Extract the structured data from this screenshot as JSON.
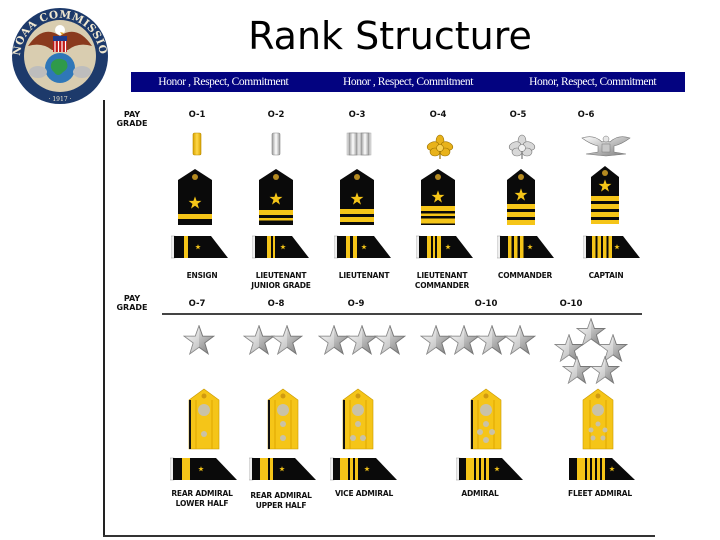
{
  "title": "Rank Structure",
  "seal": {
    "text_top": "NOAA COMMISSIONED CORPS",
    "year": "1917"
  },
  "banner": {
    "slogans": [
      "Honor , Respect, Commitment",
      "Honor , Respect, Commitment",
      "Honor, Respect, Commitment"
    ],
    "color": "#030380"
  },
  "pay_grade_label": [
    "PAY",
    "GRADE"
  ],
  "colors": {
    "gold": "#f5c518",
    "black": "#0a0a0a",
    "silver": "#c8c8c8"
  },
  "row1": [
    {
      "grade": "O-1",
      "insignia": "gold-bar",
      "stripes": "1",
      "name": [
        "ENSIGN"
      ]
    },
    {
      "grade": "O-2",
      "insignia": "silver-bar",
      "stripes": "1.5",
      "name": [
        "LIEUTENANT",
        "JUNIOR GRADE"
      ]
    },
    {
      "grade": "O-3",
      "insignia": "silver-double-bar",
      "stripes": "2",
      "name": [
        "LIEUTENANT"
      ]
    },
    {
      "grade": "O-4",
      "insignia": "gold-oak-leaf",
      "stripes": "2.5",
      "name": [
        "LIEUTENANT",
        "COMMANDER"
      ]
    },
    {
      "grade": "O-5",
      "insignia": "silver-oak-leaf",
      "stripes": "3",
      "name": [
        "COMMANDER"
      ]
    },
    {
      "grade": "O-6",
      "insignia": "silver-eagle",
      "stripes": "4",
      "name": [
        "CAPTAIN"
      ]
    }
  ],
  "row2": [
    {
      "grade": "O-7",
      "stars": "1",
      "name": [
        "REAR ADMIRAL",
        "LOWER HALF"
      ]
    },
    {
      "grade": "O-8",
      "stars": "2",
      "name": [
        "REAR ADMIRAL",
        "UPPER HALF"
      ]
    },
    {
      "grade": "O-9",
      "stars": "3",
      "name": [
        "VICE ADMIRAL"
      ]
    },
    {
      "grade": "O-10",
      "stars": "4",
      "name": [
        "ADMIRAL"
      ]
    },
    {
      "grade": "O-10",
      "stars": "5",
      "name": [
        "FLEET ADMIRAL"
      ]
    }
  ]
}
